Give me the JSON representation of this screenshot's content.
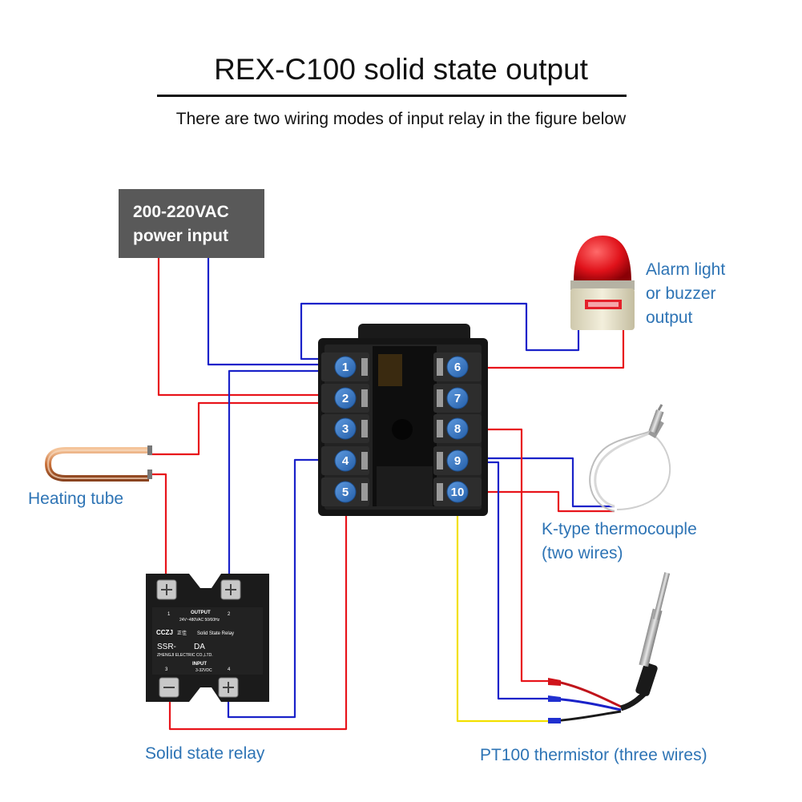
{
  "header": {
    "title": "REX-C100 solid state output",
    "subtitle": "There are two wiring modes of input relay in the figure below"
  },
  "power_box": {
    "line1": "200-220VAC",
    "line2": "power input"
  },
  "labels": {
    "alarm": [
      "Alarm light",
      "or buzzer",
      "output"
    ],
    "heating": "Heating tube",
    "thermocouple": [
      "K-type thermocouple",
      "(two wires)"
    ],
    "ssr": "Solid state relay",
    "pt100": "PT100 thermistor (three wires)"
  },
  "terminals": {
    "left": [
      "1",
      "2",
      "3",
      "4",
      "5"
    ],
    "right": [
      "6",
      "7",
      "8",
      "9",
      "10"
    ]
  },
  "ssr_device": {
    "output_label": "OUTPUT",
    "output_spec": "24V~480VAC  50/60Hz",
    "brand": "CCZJ",
    "brand_cn": "正佳",
    "product": "Solid State Relay",
    "model_prefix": "SSR-",
    "model_suffix": "DA",
    "maker": "ZHENGJI ELECTRIC CO.,LTD.",
    "input_label": "INPUT",
    "input_spec": "3-32VDC",
    "terminal_1": "1",
    "terminal_2": "2",
    "terminal_3": "3",
    "terminal_4": "4"
  },
  "colors": {
    "wire_red": "#e8141b",
    "wire_blue": "#1a22c9",
    "wire_yellow": "#f2e000",
    "label_blue": "#2e74b5",
    "power_box": "#595959",
    "terminal_blue": "#3a77c9"
  }
}
